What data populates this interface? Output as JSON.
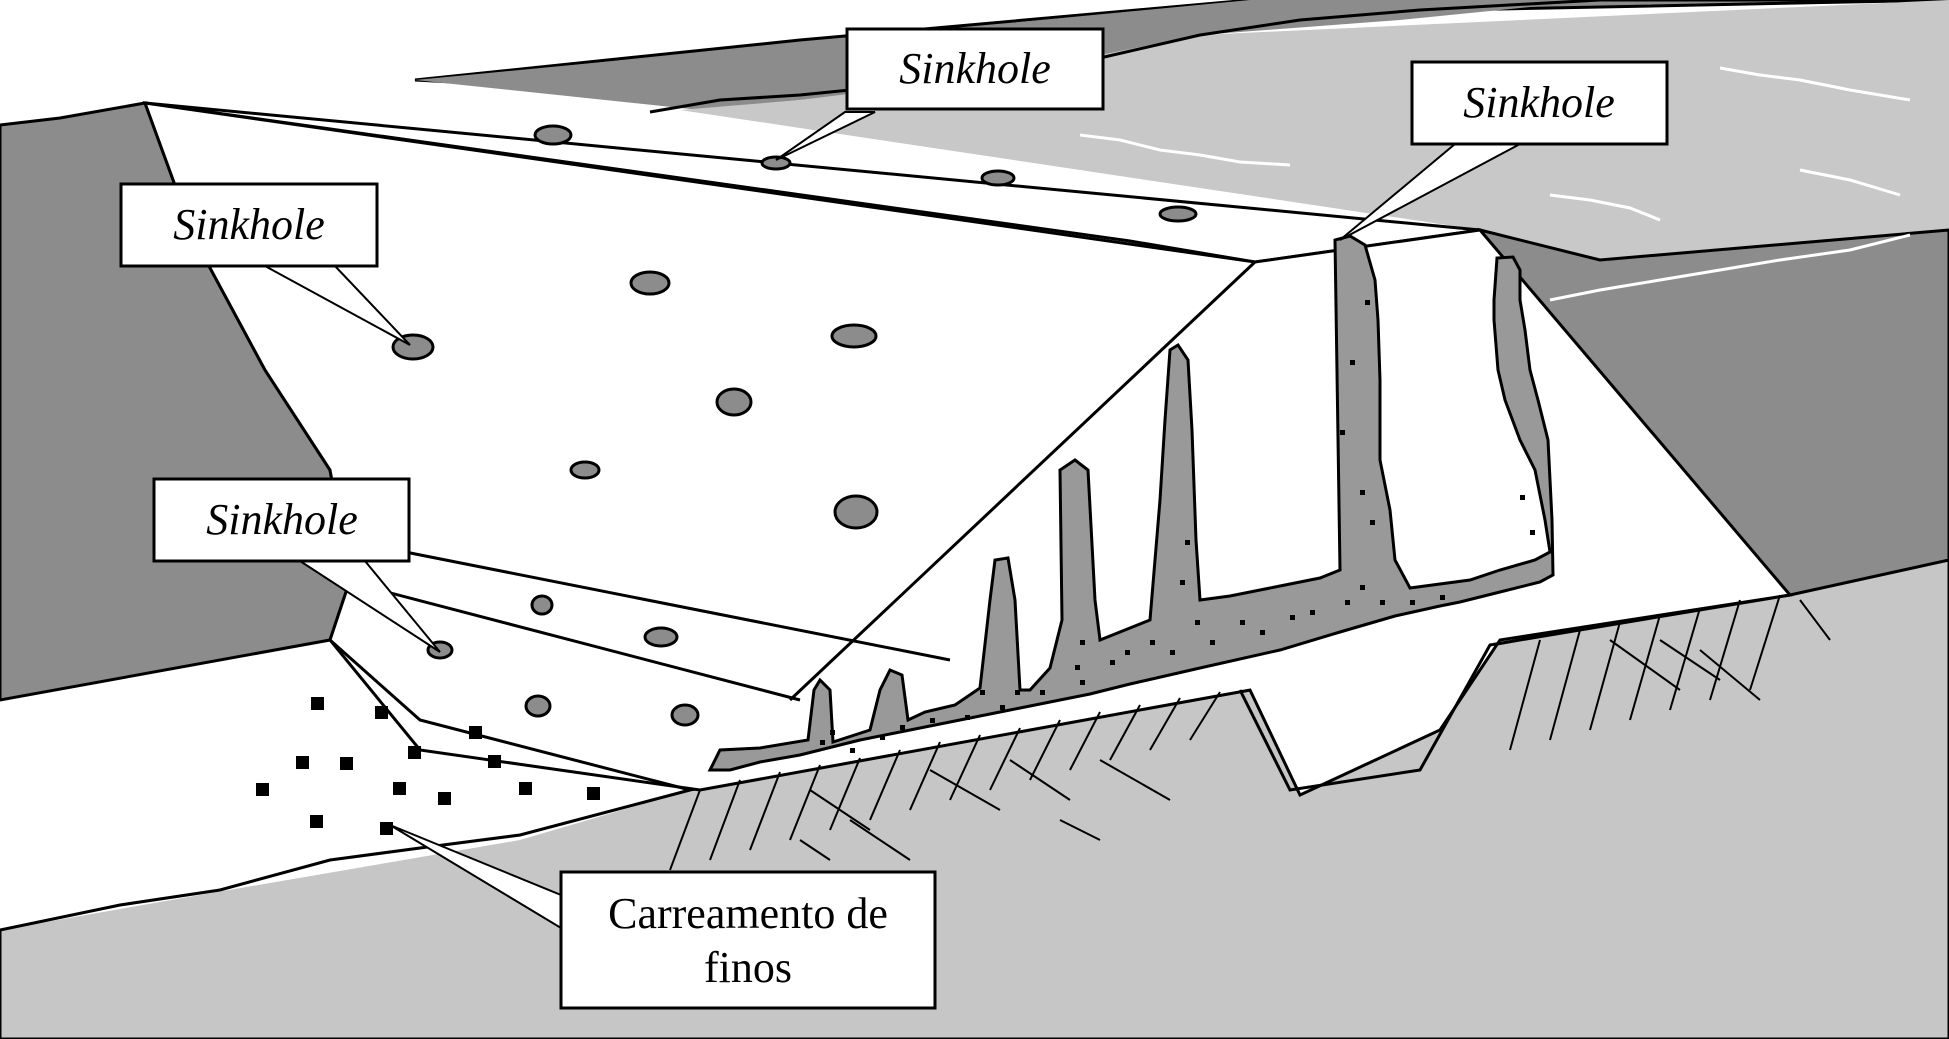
{
  "colors": {
    "rock_dark": "#8c8c8c",
    "ground_light": "#c6c6c6",
    "dam_face": "#ffffff",
    "erosion_pipe": "#999999",
    "outline": "#000000",
    "water": "#c8c8c8"
  },
  "labels": {
    "sinkhole_top": "Sinkhole",
    "sinkhole_right": "Sinkhole",
    "sinkhole_left_upper": "Sinkhole",
    "sinkhole_left_lower": "Sinkhole",
    "fines_line1": "Carreamento de",
    "fines_line2": "finos"
  }
}
